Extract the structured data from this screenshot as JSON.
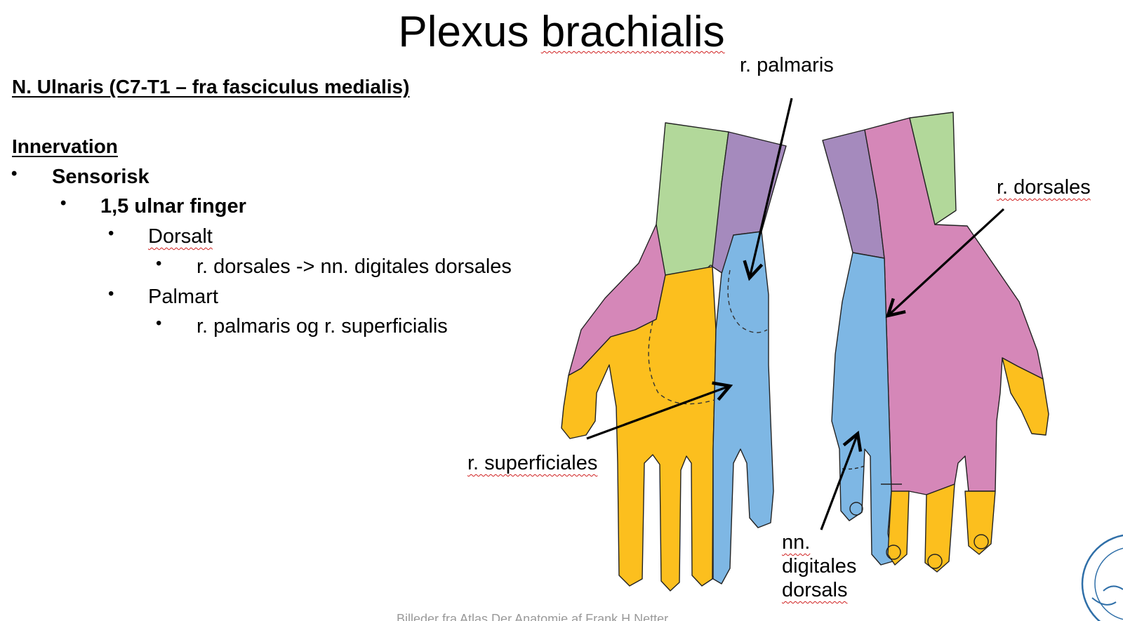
{
  "title": {
    "part1": "Plexus",
    "part2": "brachialis"
  },
  "heading": "N. Ulnaris (C7-T1 – fra fasciculus medialis)",
  "innervation": "Innervation",
  "list": {
    "sensorisk": "Sensorisk",
    "finger": "1,5 ulnar finger",
    "dorsalt": "Dorsalt",
    "dorsalt_item": "r. dorsales -> nn. digitales dorsales",
    "palmart": "Palmart",
    "palmart_item": "r. palmaris og r. superficialis"
  },
  "bullet": "•",
  "labels": {
    "r_palmaris": "r. palmaris",
    "r_dorsales": "r. dorsales",
    "r_superficiales": "r. superficiales",
    "nn_digitales": [
      "nn.",
      "digitales",
      "dorsals"
    ]
  },
  "credit": "Billeder fra Atlas Der Anatomie af Frank H Netter",
  "colors": {
    "ulnar_blue": "#7eb7e4",
    "median_yellow": "#fcbf1e",
    "radial_pink": "#d587b8",
    "musculocutaneous_green": "#b2d89a",
    "medial_antebrachial_purple": "#a58abd",
    "seal_blue": "#2f6fa8"
  },
  "icons": {
    "seal": "university-seal-icon"
  }
}
